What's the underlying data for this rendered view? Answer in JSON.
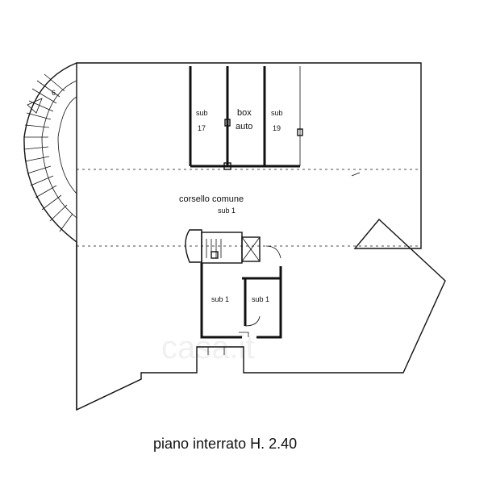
{
  "labels": {
    "sub17_a": "sub",
    "sub17_b": "17",
    "box_a": "box",
    "box_b": "auto",
    "sub19_a": "sub",
    "sub19_b": "19",
    "corsello": "corsello comune",
    "corsello_sub": "sub 1",
    "room_left": "sub 1",
    "room_right": "sub 1",
    "stair_num": "6"
  },
  "caption": "piano interrato H. 2.40",
  "watermark": "casa.it"
}
